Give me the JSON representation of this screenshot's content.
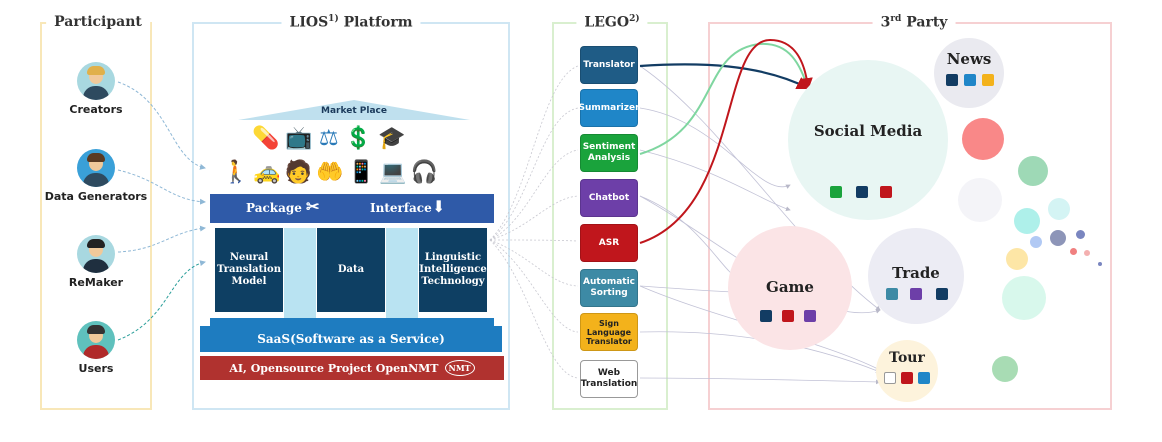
{
  "panels": {
    "participant": {
      "title": "Participant"
    },
    "lios": {
      "title": "LIOS",
      "sup": "1)",
      "suffix": " Platform"
    },
    "lego": {
      "title": "LEGO",
      "sup": "2)"
    },
    "third_party": {
      "title": "3",
      "sup": "rd",
      "suffix": " Party"
    }
  },
  "participants": [
    "Creators",
    "Data Generators",
    "ReMaker",
    "Users"
  ],
  "lios": {
    "market_place": "Market Place",
    "package": "Package",
    "interface": "Interface",
    "pillars": [
      "Neural Translation Model",
      "Data",
      "Linguistic Intelligence Technology"
    ],
    "saas": "SaaS(Software as a Service)",
    "ai_bar": "AI, Opensource Project OpenNMT",
    "nmt_logo": "NMT"
  },
  "lego_blocks": [
    {
      "label": "Translator",
      "color": "#1f5c86"
    },
    {
      "label": "Summarizer",
      "color": "#1f86c8"
    },
    {
      "label": "Sentiment Analysis",
      "color": "#1aa33c"
    },
    {
      "label": "Chatbot",
      "color": "#6d3fa8"
    },
    {
      "label": "ASR",
      "color": "#c0161c"
    },
    {
      "label": "Automatic Sorting",
      "color": "#3d8aa5"
    },
    {
      "label": "Sign Language Translator",
      "color": "#f3b21b"
    },
    {
      "label": "Web Translation",
      "color": "#ffffff"
    }
  ],
  "third_party": {
    "news": "News",
    "social_media": "Social Media",
    "game": "Game",
    "trade": "Trade",
    "tour": "Tour"
  },
  "colors": {
    "participant_border": "#f8e7b8",
    "lios_border": "#cfe6f3",
    "lego_border": "#d9efcf",
    "third_border": "#f6d0d2"
  }
}
